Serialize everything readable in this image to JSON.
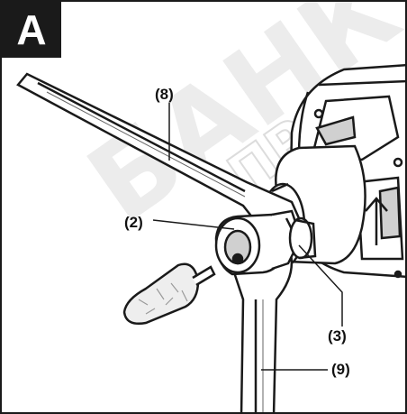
{
  "panel": {
    "badge": "A"
  },
  "callouts": {
    "c8": "(8)",
    "c2": "(2)",
    "c3": "(3)",
    "c9": "(9)"
  },
  "watermark": {
    "top": "БАНК",
    "mid": "ПРОФ"
  },
  "colors": {
    "outline": "#1a1a1a",
    "fill": "#ffffff",
    "shade": "#d0d0d0",
    "watermark": "#ececec"
  }
}
